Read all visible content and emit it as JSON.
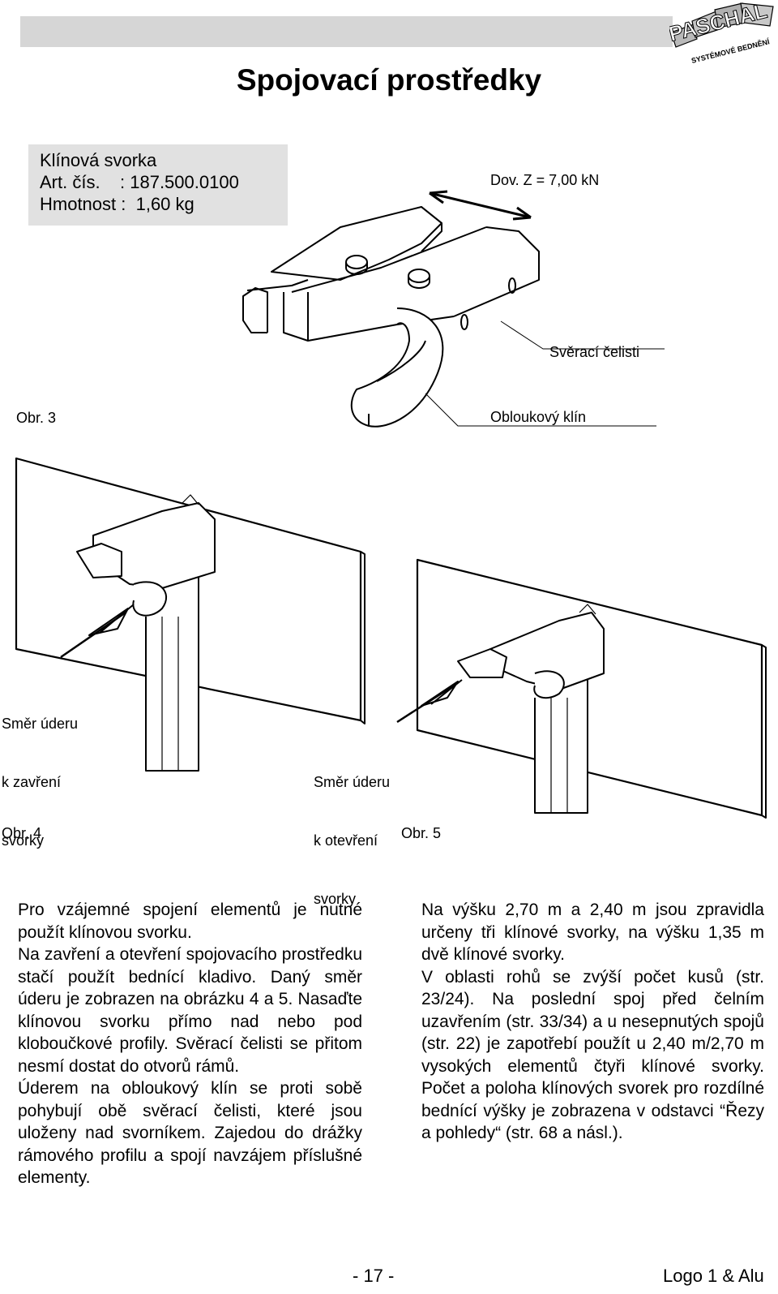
{
  "header": {
    "brand_main": "PASCHAL",
    "brand_sub": "SYSTÉMOVÉ BEDNĚNÍ"
  },
  "title": "Spojovací prostředky",
  "info": {
    "line1": "Klínová svorka",
    "line2": "Art. čís.    : 187.500.0100",
    "line3": "Hmotnost :  1,60 kg"
  },
  "labels": {
    "force": "Dov. Z = 7,00 kN",
    "jaws": "Svěrací čelisti",
    "wedge": "Obloukový klín",
    "close_dir": [
      "Směr úderu",
      "k zavření",
      "svorky"
    ],
    "open_dir": [
      "Směr úderu",
      "k otevření",
      "svorky"
    ]
  },
  "figures": {
    "fig3": "Obr. 3",
    "fig4": "Obr. 4",
    "fig5": "Obr. 5"
  },
  "text_left": [
    "Pro vzájemné spojení elementů je nutné použít klínovou svorku.",
    "Na zavření a otevření spojovacího prostředku stačí použít bednící kladivo. Daný směr úderu je zobrazen na obrázku 4 a 5. Nasaďte klínovou svorku přímo nad nebo pod kloboučkové profily. Svěrací čelisti se přitom nesmí dostat do otvorů rámů.",
    "Úderem na obloukový klín se proti sobě pohybují obě svěrací čelisti, které jsou uloženy nad svorníkem. Zajedou do drážky rámového profilu a spojí navzájem příslušné elementy."
  ],
  "text_right": [
    "Na výšku 2,70 m a 2,40 m jsou zpravidla určeny tři klínové svorky, na výšku 1,35 m dvě klínové svorky.",
    "V oblasti rohů se zvýší počet kusů (str. 23/24). Na poslední spoj před čelním uzavřením (str. 33/34) a u nesepnutých spojů (str. 22) je zapotřebí použít u 2,40 m/2,70 m vysokých elementů čtyři klínové svorky. Počet a poloha klínových svorek pro rozdílné bednící výšky je zobrazena v odstavci “Řezy a pohledy“ (str. 68 a násl.)."
  ],
  "footer": {
    "page": "- 17 -",
    "right": "Logo 1 & Alu"
  }
}
